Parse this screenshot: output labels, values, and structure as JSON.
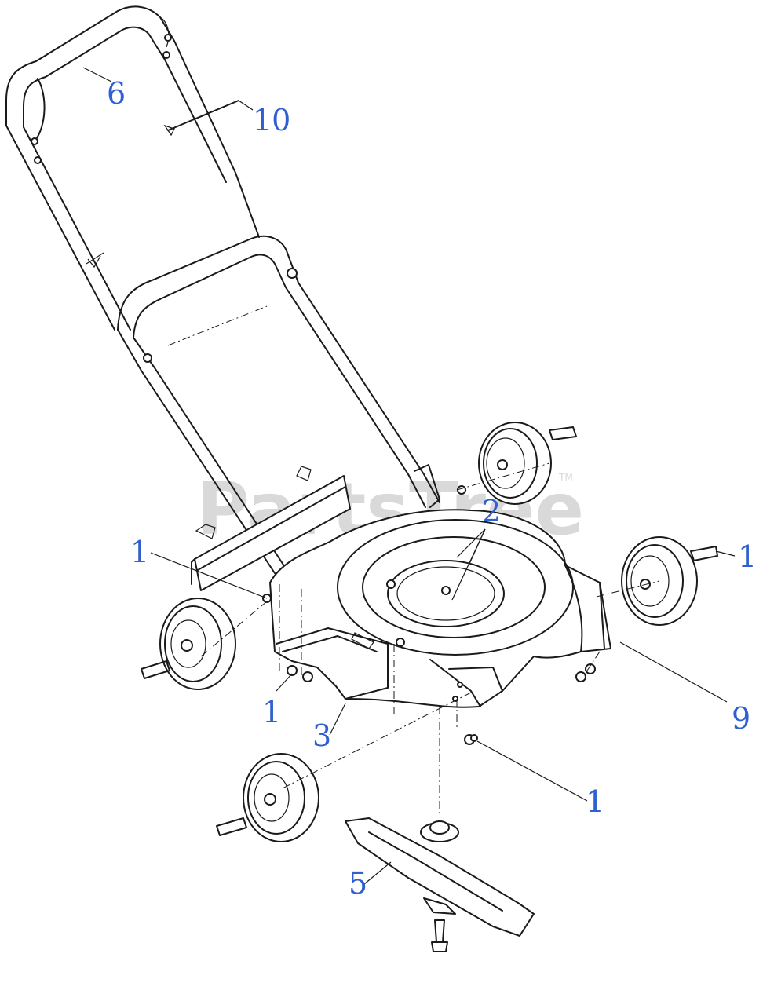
{
  "watermark": {
    "text": "PartsTree",
    "trademark": "TM"
  },
  "callouts": {
    "handle_upper": "6",
    "cable_tie": "10",
    "hardware_front_left": "1",
    "hardware_lower_left": "1",
    "hardware_right": "1",
    "hardware_bottom_right": "1",
    "deck_bolts": "2",
    "deck": "3",
    "blade": "5",
    "wheel_right": "9"
  },
  "colors": {
    "callout": "#2f5fd0",
    "line": "#1a1a1a",
    "watermark": "#d9d9d9"
  }
}
